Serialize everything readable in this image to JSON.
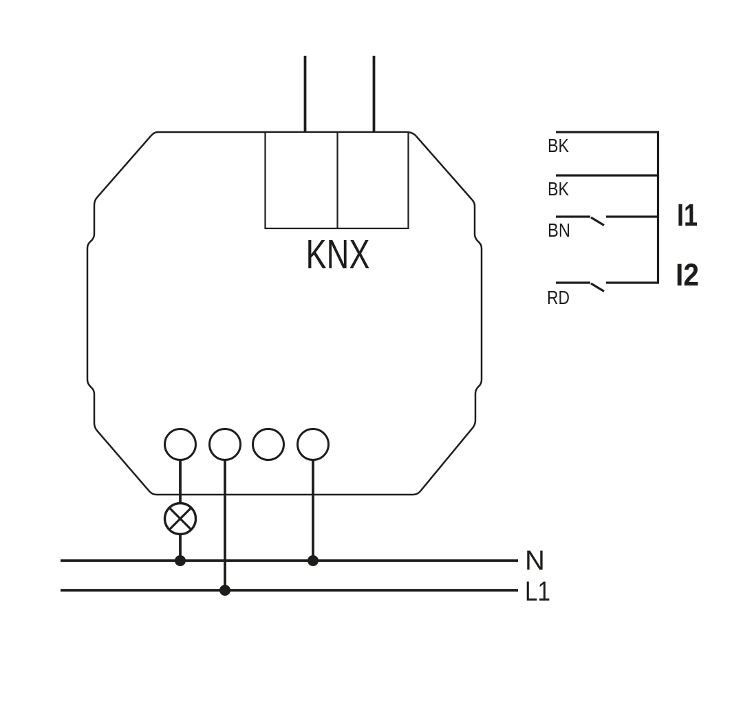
{
  "colors": {
    "stroke": "#1d1d1b",
    "background": "#ffffff"
  },
  "device": {
    "bus_label": "KNX"
  },
  "sensor_leads": {
    "wires": [
      {
        "label": "BK",
        "has_switch": false
      },
      {
        "label": "BK",
        "has_switch": false
      },
      {
        "label": "BN",
        "has_switch": true
      },
      {
        "label": "RD",
        "has_switch": true
      }
    ],
    "channels": [
      {
        "label": "I1"
      },
      {
        "label": "I2"
      }
    ]
  },
  "mains": {
    "neutral_label": "N",
    "line_label": "L1"
  }
}
